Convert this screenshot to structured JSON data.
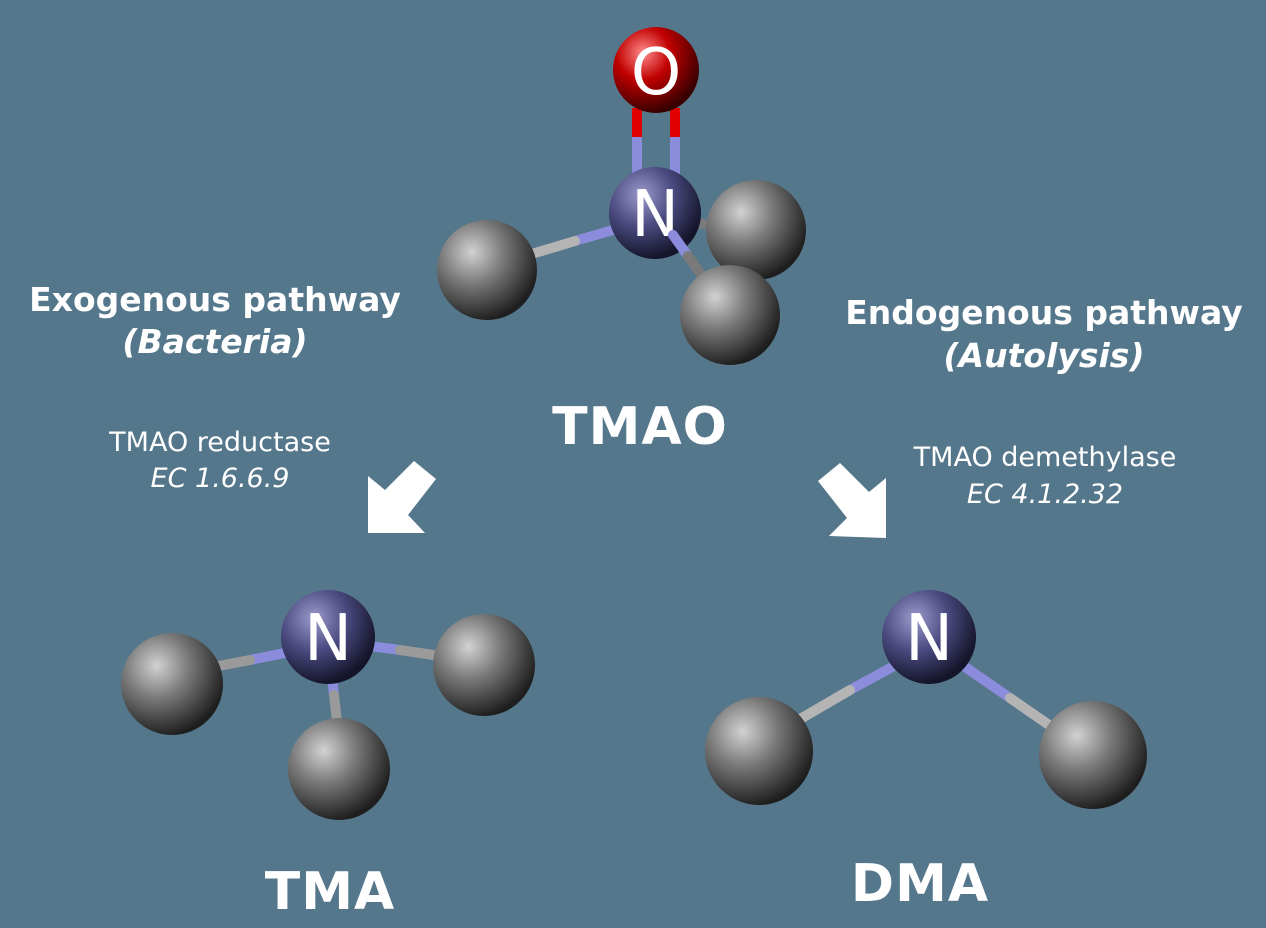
{
  "molecules": {
    "tmao": {
      "name": "TMAO",
      "atoms": {
        "oxygen": "O",
        "nitrogen": "N"
      }
    },
    "tma": {
      "name": "TMA",
      "atoms": {
        "nitrogen": "N"
      }
    },
    "dma": {
      "name": "DMA",
      "atoms": {
        "nitrogen": "N"
      }
    }
  },
  "pathways": {
    "exogenous": {
      "title": "Exogenous pathway",
      "source": "(Bacteria)",
      "enzyme": "TMAO reductase",
      "ec": "EC 1.6.6.9"
    },
    "endogenous": {
      "title": "Endogenous pathway",
      "source": "(Autolysis)",
      "enzyme": "TMAO demethylase",
      "ec": "EC 4.1.2.32"
    }
  },
  "colors": {
    "background": "#55778c",
    "carbon": "#6e6e6e",
    "nitrogen": "#3c3c6e",
    "oxygen": "#b00000",
    "bond_n": "#8c8cdc",
    "bond_c": "#b4b4b4",
    "bond_o": "#e00000",
    "arrow": "#ffffff"
  },
  "icons": {
    "arrow_left": "arrow-down-left-icon",
    "arrow_right": "arrow-down-right-icon"
  }
}
